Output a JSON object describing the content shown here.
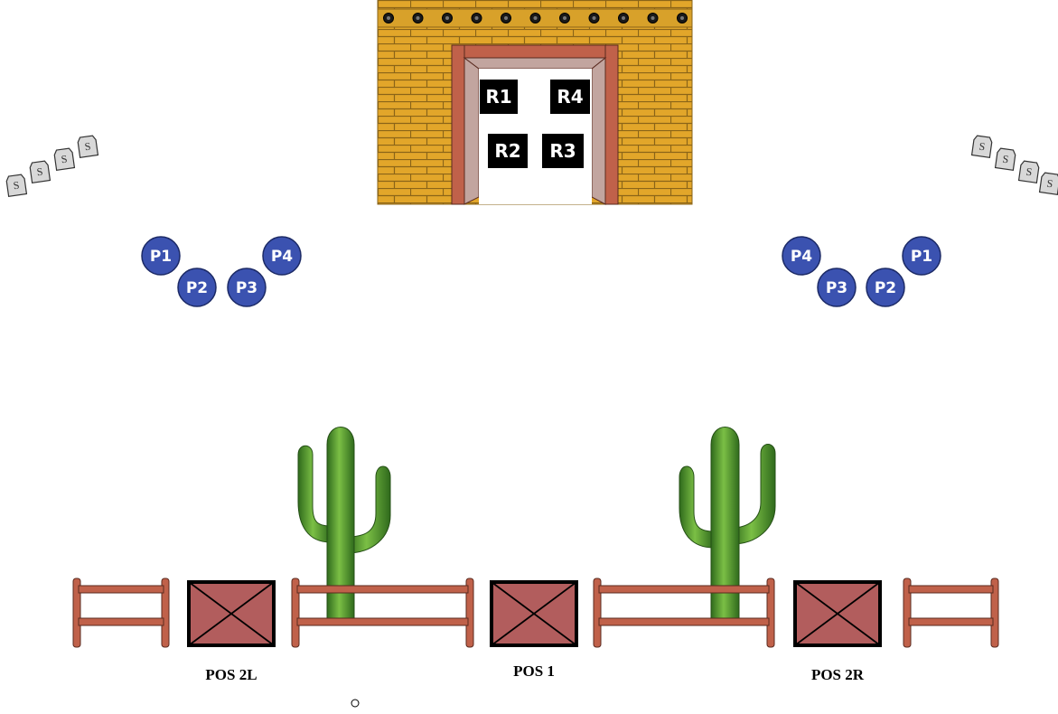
{
  "building": {
    "name": "adobe-building",
    "colors": {
      "brick": "#e2a62a",
      "mortar": "#8a6418",
      "frame": "#c0614a",
      "jamb": "#c2a59f"
    },
    "doors": [
      {
        "id": "r1",
        "label": "R1"
      },
      {
        "id": "r4",
        "label": "R4"
      },
      {
        "id": "r2",
        "label": "R2"
      },
      {
        "id": "r3",
        "label": "R3"
      }
    ]
  },
  "players_left": {
    "color": "#3b52b0",
    "items": [
      {
        "id": "p1",
        "label": "P1"
      },
      {
        "id": "p2",
        "label": "P2"
      },
      {
        "id": "p3",
        "label": "P3"
      },
      {
        "id": "p4",
        "label": "P4"
      }
    ]
  },
  "players_right": {
    "color": "#3b52b0",
    "items": [
      {
        "id": "p4",
        "label": "P4"
      },
      {
        "id": "p3",
        "label": "P3"
      },
      {
        "id": "p2",
        "label": "P2"
      },
      {
        "id": "p1",
        "label": "P1"
      }
    ]
  },
  "tombstones_left": [
    "S",
    "S",
    "S",
    "S"
  ],
  "tombstones_right": [
    "S",
    "S",
    "S",
    "S"
  ],
  "positions": [
    {
      "id": "pos-2l",
      "label": "POS 2L"
    },
    {
      "id": "pos-1",
      "label": "POS 1"
    },
    {
      "id": "pos-2r",
      "label": "POS 2R"
    }
  ],
  "colors": {
    "fence": "#c0614a",
    "crate": "#b25d5d",
    "cactus": "#4f8f2e"
  }
}
